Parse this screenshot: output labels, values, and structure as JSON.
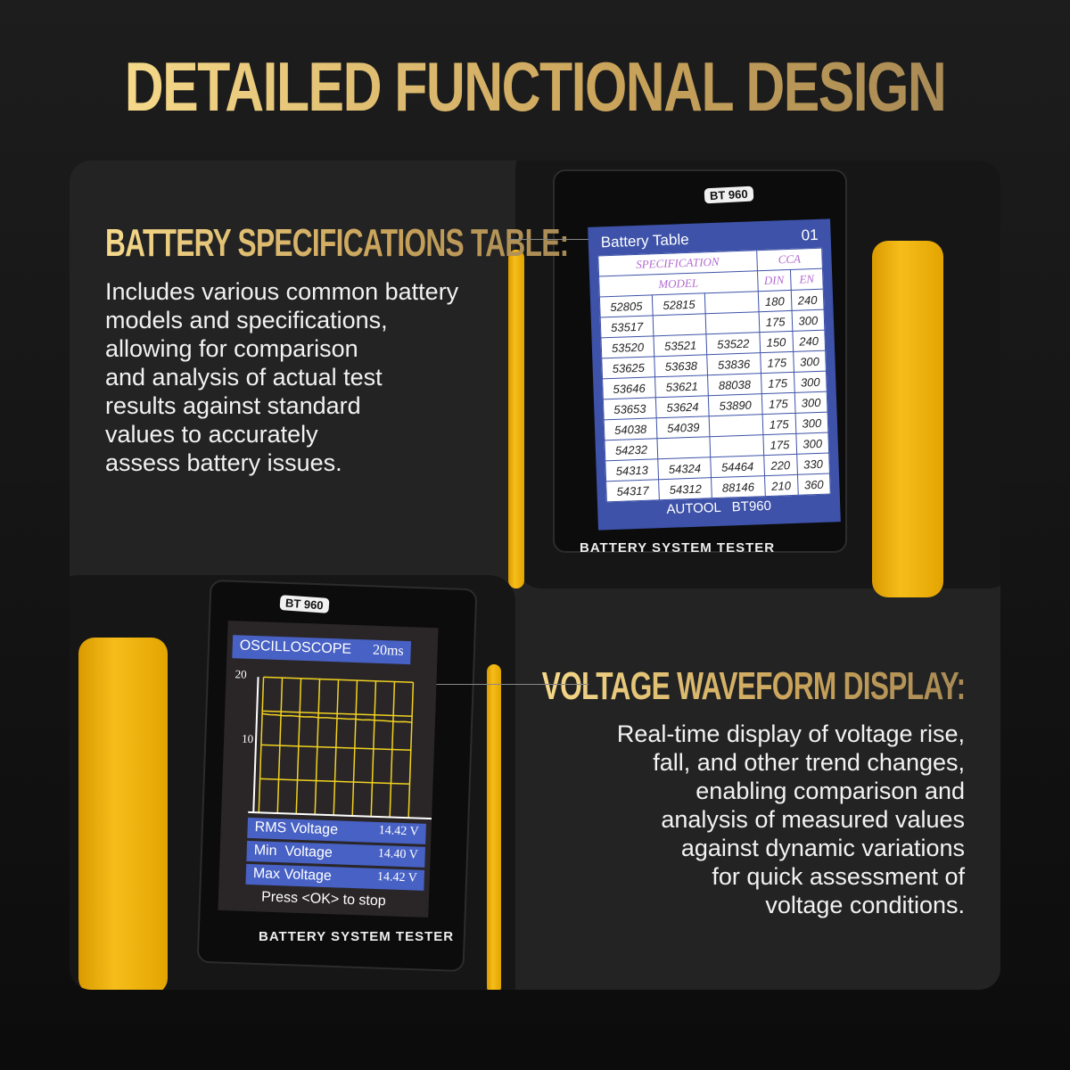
{
  "title": "DETAILED FUNCTIONAL DESIGN",
  "section1": {
    "heading": "BATTERY SPECIFICATIONS TABLE:",
    "body": [
      "Includes various common battery",
      "models and specifications,",
      "allowing for comparison",
      "and analysis of actual test",
      "results against standard",
      "values to accurately",
      "assess battery issues."
    ]
  },
  "section2": {
    "heading": "VOLTAGE WAVEFORM DISPLAY:",
    "body": [
      "Real-time display of voltage rise,",
      "fall, and other trend changes,",
      "enabling comparison and",
      "analysis of measured values",
      "against dynamic variations",
      "for quick assessment of",
      "voltage conditions."
    ]
  },
  "device": {
    "model_badge": "BT 960",
    "label": "BATTERY SYSTEM TESTER"
  },
  "battery_table": {
    "title": "Battery Table",
    "page": "01",
    "spec_header": "SPECIFICATION",
    "cca_header": "CCA",
    "model_header": "MODEL",
    "din_header": "DIN",
    "en_header": "EN",
    "footer": "AUTOOL   BT960",
    "rows": [
      [
        "52805",
        "52815",
        "",
        "180",
        "240"
      ],
      [
        "53517",
        "",
        "",
        "175",
        "300"
      ],
      [
        "53520",
        "53521",
        "53522",
        "150",
        "240"
      ],
      [
        "53625",
        "53638",
        "53836",
        "175",
        "300"
      ],
      [
        "53646",
        "53621",
        "88038",
        "175",
        "300"
      ],
      [
        "53653",
        "53624",
        "53890",
        "175",
        "300"
      ],
      [
        "54038",
        "54039",
        "",
        "175",
        "300"
      ],
      [
        "54232",
        "",
        "",
        "175",
        "300"
      ],
      [
        "54313",
        "54324",
        "54464",
        "220",
        "330"
      ],
      [
        "54317",
        "54312",
        "88146",
        "210",
        "360"
      ]
    ]
  },
  "oscilloscope": {
    "title": "OSCILLOSCOPE",
    "timebase": "20ms",
    "y_max_label": "20",
    "y_mid_label": "10",
    "y_range": [
      0,
      20
    ],
    "waveform": [
      14.6,
      14.5,
      14.5,
      14.4,
      14.45,
      14.4,
      14.35,
      14.4,
      14.3,
      14.35,
      14.3,
      14.3,
      14.25,
      14.3,
      14.2,
      14.25,
      14.2,
      14.2,
      14.15,
      14.1,
      14.15,
      14.1
    ],
    "readings": [
      {
        "label": "RMS Voltage",
        "value": "14.42 V"
      },
      {
        "label": "Min  Voltage",
        "value": "14.40 V"
      },
      {
        "label": "Max Voltage",
        "value": "14.42 V"
      }
    ],
    "hint": "Press <OK> to stop"
  },
  "colors": {
    "gold": "#d9b66a",
    "grip_yellow": "#f2b51a",
    "screen_blue": "#3d52a8",
    "trace_yellow": "#f0d21e"
  }
}
